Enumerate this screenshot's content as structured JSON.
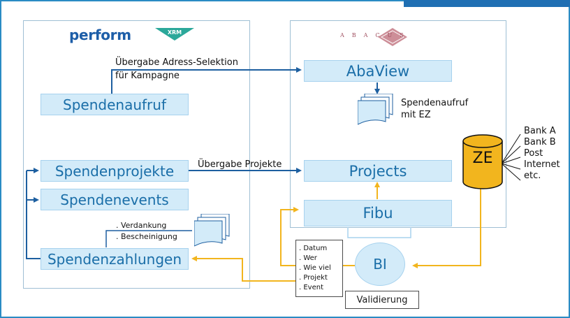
{
  "logos": {
    "perform": "perform",
    "xrm": "XRM",
    "abacus": "ABACUS"
  },
  "left": {
    "spendenaufruf": "Spendenaufruf",
    "spendenprojekte": "Spendenprojekte",
    "spendenevents": "Spendenevents",
    "spendenzahlungen": "Spendenzahlungen"
  },
  "right": {
    "abaview": "AbaView",
    "projects": "Projects",
    "fibu": "Fibu"
  },
  "labels": {
    "uebergabe_adress_line1": "Übergabe Adress-Selektion",
    "uebergabe_adress_line2": "für Kampagne",
    "uebergabe_projekte": "Übergabe Projekte",
    "spendenaufruf_ez_line1": "Spendenaufruf",
    "spendenaufruf_ez_line2": "mit EZ",
    "verdankung": ". Verdankung",
    "bescheinigung": ". Bescheinigung"
  },
  "ze": "ZE",
  "banks": [
    "Bank A",
    "Bank B",
    "Post",
    "Internet",
    "etc."
  ],
  "bi": "BI",
  "datum_list": [
    ". Datum",
    ". Wer",
    ". Wie viel",
    ". Projekt",
    ". Event"
  ],
  "validierung": "Validierung",
  "colors": {
    "box_fill": "#d3ebf9",
    "box_text": "#1a6ea8",
    "arrow_blue": "#1d5fa0",
    "arrow_yellow": "#f2b51e",
    "frame": "#2a8bc4"
  }
}
